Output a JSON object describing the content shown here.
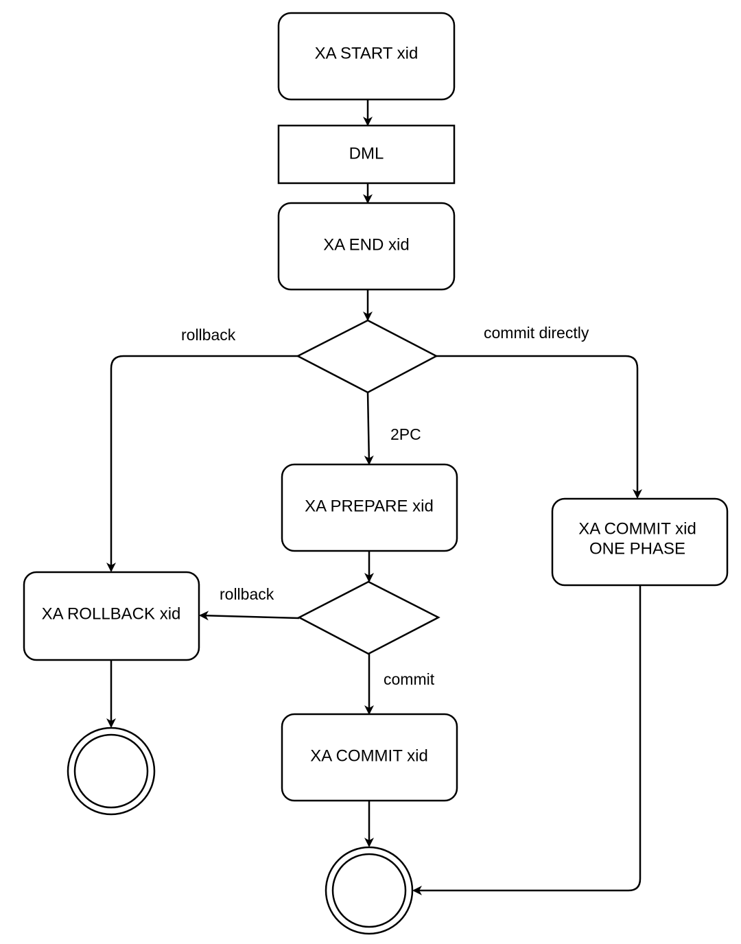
{
  "nodes": {
    "xa_start": "XA START xid",
    "dml": "DML",
    "xa_end": "XA END xid",
    "xa_prepare": "XA PREPARE xid",
    "xa_commit_one_phase_line1": "XA COMMIT xid",
    "xa_commit_one_phase_line2": "ONE PHASE",
    "xa_rollback": "XA ROLLBACK xid",
    "xa_commit": "XA COMMIT xid"
  },
  "edge_labels": {
    "rollback_top": "rollback",
    "commit_directly": "commit directly",
    "two_pc": "2PC",
    "rollback_mid": "rollback",
    "commit": "commit"
  },
  "colors": {
    "stroke": "#000000",
    "background": "#ffffff"
  }
}
